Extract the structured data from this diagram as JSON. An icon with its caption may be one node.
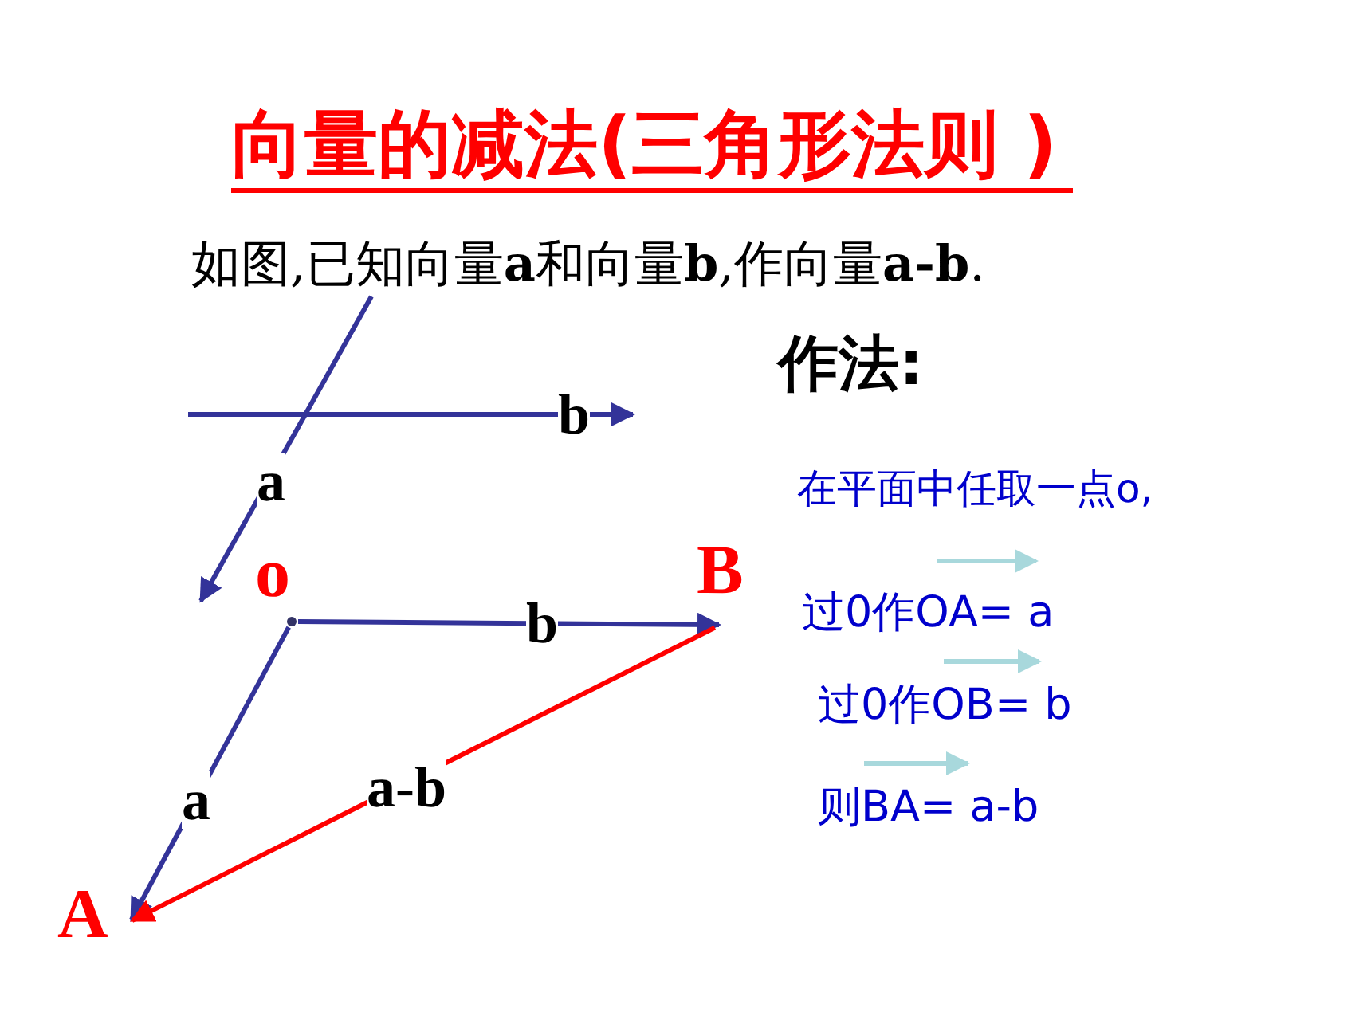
{
  "diagram": {
    "title": "向量的减法(三角形法则 )",
    "nodes": [
      {
        "text": [
          "o"
        ]
      },
      {
        "text": [
          "B"
        ]
      },
      {
        "text": [
          "A"
        ]
      }
    ],
    "edges": [
      {
        "from": 0,
        "to": 2,
        "arrow": "to",
        "label": "a"
      },
      {
        "from": 0,
        "to": 1,
        "arrow": "to",
        "label": "b"
      },
      {
        "from": 1,
        "to": 2,
        "arrow": "to",
        "label": "a-b",
        "color": "#ff0000"
      }
    ],
    "labels": [
      "如图,已知向量**a**和向量**b**,作向量**a-b**.",
      "作法:",
      "b",
      "a",
      "在平面中任取一点o,",
      "过0作OA= a",
      "过0作OB= b",
      "则BA= a-b"
    ]
  }
}
